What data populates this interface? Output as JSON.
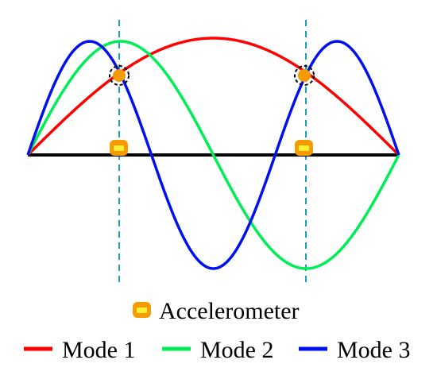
{
  "legend": {
    "sensor_label": "Accelerometer",
    "modes": [
      {
        "label": "Mode 1",
        "color": "#ff0000"
      },
      {
        "label": "Mode 2",
        "color": "#00ee55"
      },
      {
        "label": "Mode 3",
        "color": "#0011ee"
      }
    ]
  },
  "colors": {
    "beam": "#000000",
    "sensor_line": "#1ba3c6",
    "sensor_body": "#f59b00",
    "sensor_center": "#ffee33",
    "marker_ring": "#000000"
  },
  "sensor_positions": [
    0.25,
    0.75
  ]
}
